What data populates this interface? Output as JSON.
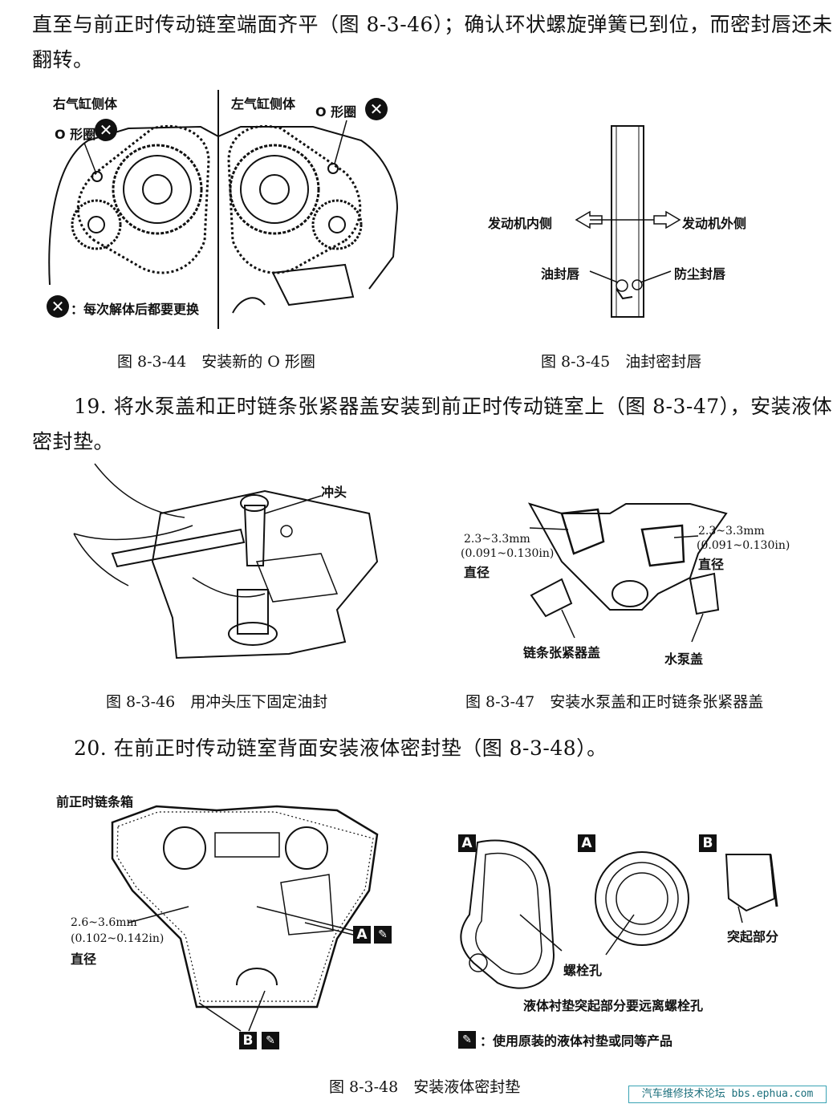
{
  "intro": {
    "line1": "直至与前正时传动链室端面齐平（图 8-3-46）；确认环状螺旋弹簧已到位，而密封唇还未",
    "line2": "翻转。"
  },
  "fig44": {
    "label_right_bank": "右气缸侧体",
    "label_left_bank": "左气缸侧体",
    "label_oring_left": "O 形圈",
    "label_oring_right": "O 形圈",
    "legend": "：每次解体后都要更换",
    "caption": "图 8-3-44　安装新的 O 形圈"
  },
  "fig45": {
    "label_inner": "发动机内侧",
    "label_outer": "发动机外侧",
    "label_oil_lip": "油封唇",
    "label_dust_lip": "防尘封唇",
    "caption": "图 8-3-45　油封密封唇"
  },
  "step19": {
    "line1": "19. 将水泵盖和正时链条张紧器盖安装到前正时传动链室上（图 8-3-47），安装液体",
    "line2": "密封垫。"
  },
  "fig46": {
    "label_punch": "冲头",
    "caption": "图 8-3-46　用冲头压下固定油封"
  },
  "fig47": {
    "left_dim1": "2.3~3.3mm",
    "left_dim2": "(0.091~0.130in)",
    "left_dim3": "直径",
    "right_dim1": "2.3~3.3mm",
    "right_dim2": "(0.091~0.130in)",
    "right_dim3": "直径",
    "label_chain_cover": "链条张紧器盖",
    "label_pump_cover": "水泵盖",
    "caption": "图 8-3-47　安装水泵盖和正时链条张紧器盖"
  },
  "step20": {
    "line1": "20. 在前正时传动链室背面安装液体密封垫（图 8-3-48）。"
  },
  "fig48": {
    "label_case": "前正时链条箱",
    "dim1": "2.6~3.6mm",
    "dim2": "(0.102~0.142in)",
    "dim3": "直径",
    "box_a": "A",
    "box_b": "B",
    "label_bolt_hole": "螺栓孔",
    "label_protrusion": "突起部分",
    "note": "液体衬垫突起部分要远离螺栓孔",
    "legend": "：使用原装的液体衬垫或同等产品",
    "caption": "图 8-3-48　安装液体密封垫"
  },
  "watermark": "汽车维修技术论坛 bbs.ephua.com"
}
